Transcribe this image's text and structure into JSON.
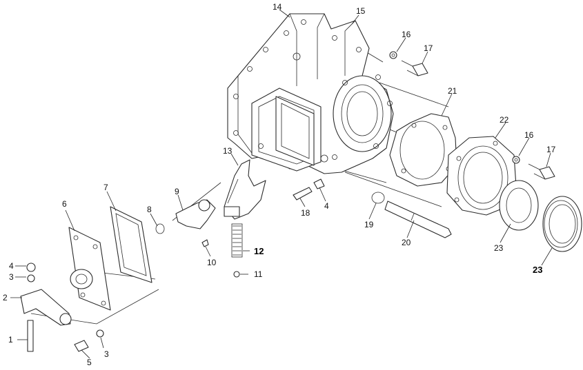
{
  "labels": {
    "p1": "1",
    "p2": "2",
    "p3a": "3",
    "p3b": "3",
    "p4a": "4",
    "p4b": "4",
    "p5": "5",
    "p6": "6",
    "p7": "7",
    "p8": "8",
    "p9": "9",
    "p10": "10",
    "p11": "11",
    "p12": "12",
    "p13": "13",
    "p14": "14",
    "p15": "15",
    "p16a": "16",
    "p16b": "16",
    "p17a": "17",
    "p17b": "17",
    "p18": "18",
    "p19": "19",
    "p20": "20",
    "p21": "21",
    "p22": "22",
    "p23a": "23",
    "p23b": "23"
  },
  "colors": {
    "line": "#2a2a2a",
    "background": "#ffffff"
  }
}
